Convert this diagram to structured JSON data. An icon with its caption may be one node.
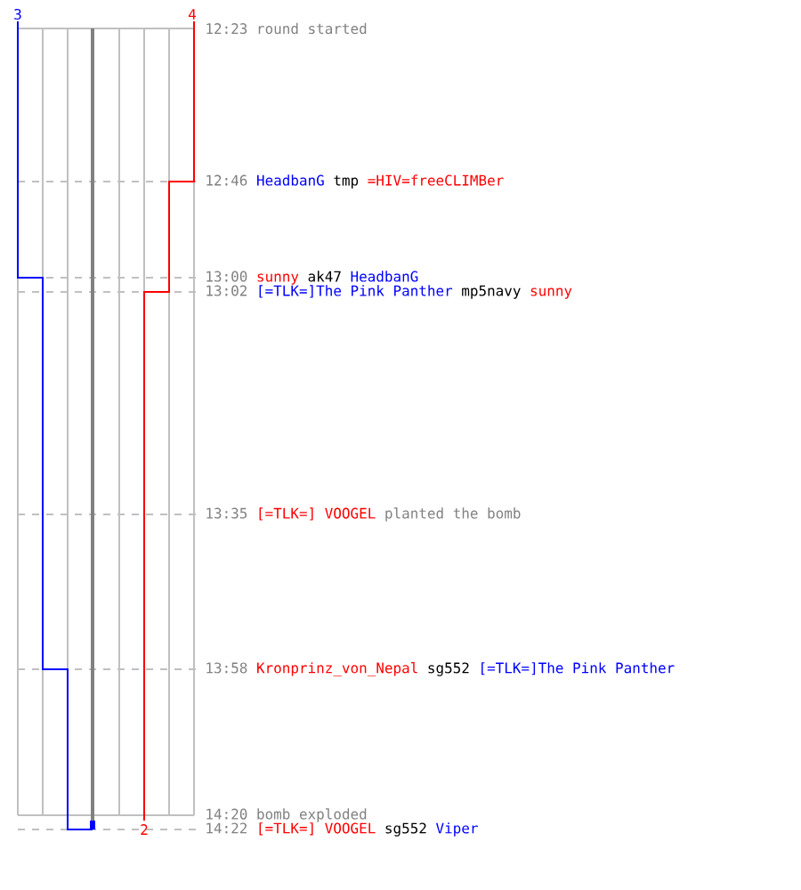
{
  "diagram": {
    "labels": [
      "3",
      "4",
      "12:23",
      "round started",
      "12:46",
      "HeadbanG",
      "tmp",
      "=HIV=freeCLIMBer",
      "13:00",
      "sunny",
      "ak47",
      "HeadbanG",
      "13:02",
      "[=TLK=]The Pink Panther",
      "mp5navy",
      "sunny",
      "13:35",
      "[=TLK=] VOOGEL",
      "planted the bomb",
      "13:58",
      "Kronprinz_von_Nepal",
      "sg552",
      "[=TLK=]The Pink Panther",
      "14:20",
      "bomb exploded",
      "2",
      "14:22",
      "[=TLK=] VOOGEL",
      "sg552",
      "Viper"
    ]
  }
}
